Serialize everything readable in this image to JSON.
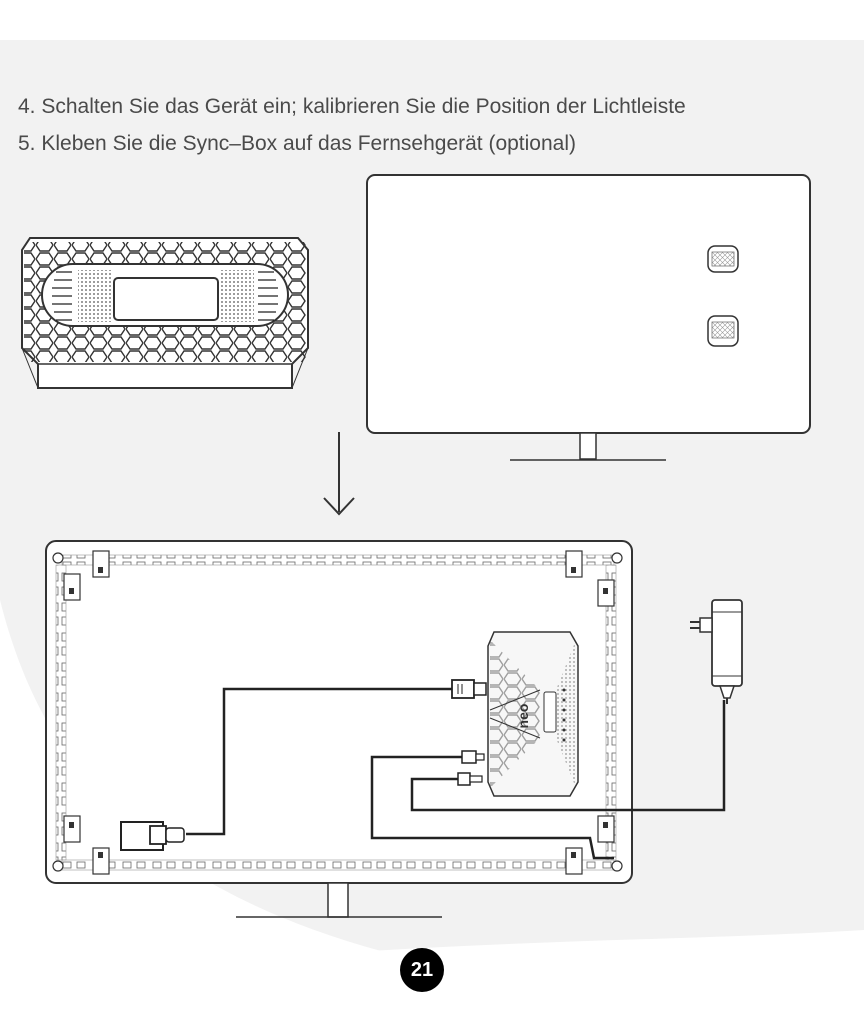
{
  "manual": {
    "steps": [
      {
        "text": "4. Schalten Sie das Gerät ein; kalibrieren Sie die Position der Lichtleiste"
      },
      {
        "text": "5. Kleben Sie die Sync–Box auf das Fernsehgerät (optional)"
      }
    ],
    "device_logo": "neo",
    "page_number": "21"
  }
}
